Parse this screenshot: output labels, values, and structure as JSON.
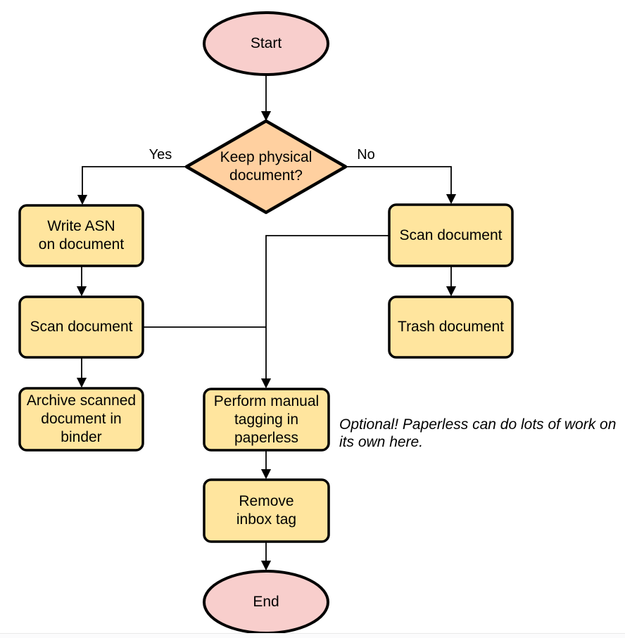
{
  "diagram": {
    "type": "flowchart",
    "nodes": {
      "start": {
        "label": "Start"
      },
      "decision": {
        "label": "Keep physical\ndocument?"
      },
      "write_asn": {
        "label": "Write ASN\non document"
      },
      "scan_left": {
        "label": "Scan document"
      },
      "archive": {
        "label": "Archive scanned\ndocument in\nbinder"
      },
      "scan_right": {
        "label": "Scan document"
      },
      "trash": {
        "label": "Trash document"
      },
      "perform_tagging": {
        "label": "Perform manual\ntagging in\npaperless"
      },
      "remove_inbox": {
        "label": "Remove\ninbox tag"
      },
      "end": {
        "label": "End"
      }
    },
    "edge_labels": {
      "yes": "Yes",
      "no": "No"
    },
    "note": "Optional! Paperless can do lots of work on\nits own here.",
    "colors": {
      "terminator_fill": "#f8cecc",
      "decision_fill": "#ffd0a0",
      "process_fill": "#ffe59e",
      "stroke": "#000000"
    }
  }
}
